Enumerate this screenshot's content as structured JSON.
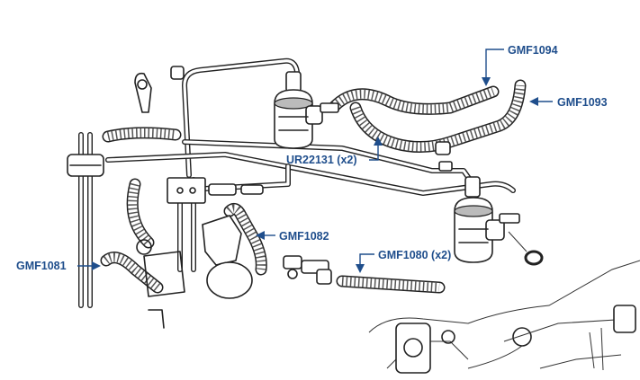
{
  "labels": {
    "gmf1094": "GMF1094",
    "gmf1093": "GMF1093",
    "ur22131": "UR22131 (x2)",
    "gmf1082": "GMF1082",
    "gmf1080": "GMF1080 (x2)",
    "gmf1081": "GMF1081"
  },
  "colors": {
    "label": "#1f4e8c",
    "line_art": "#222222"
  }
}
